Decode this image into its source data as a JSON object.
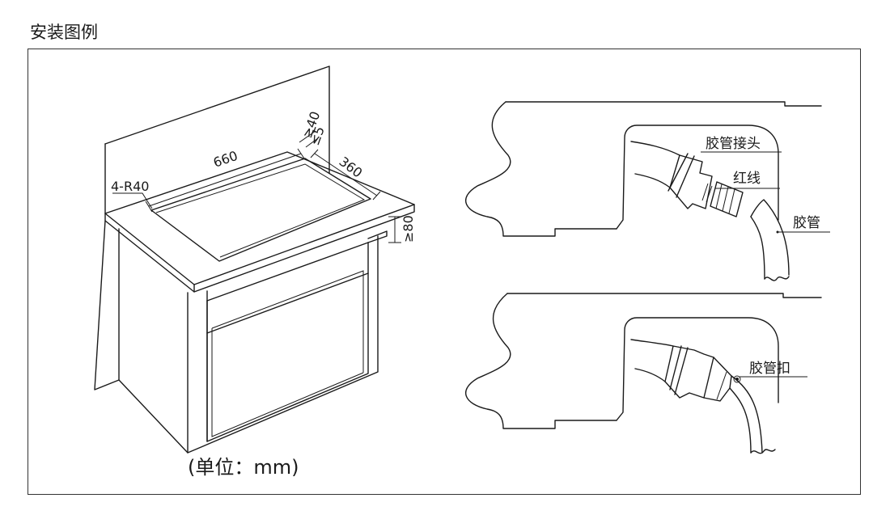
{
  "title": "安装图例",
  "cabinet": {
    "dim_length": "660",
    "dim_width": "360",
    "dim_depth": "≥80",
    "dim_corner": "4-R40",
    "dim_edge_a": "≥40",
    "dim_edge_b": "≤5",
    "unit_note": "(单位：mm)"
  },
  "hose_top": {
    "label_connector": "胶管接头",
    "label_red_line": "红线",
    "label_hose": "胶管"
  },
  "hose_bottom": {
    "label_clamp": "胶管扣"
  }
}
